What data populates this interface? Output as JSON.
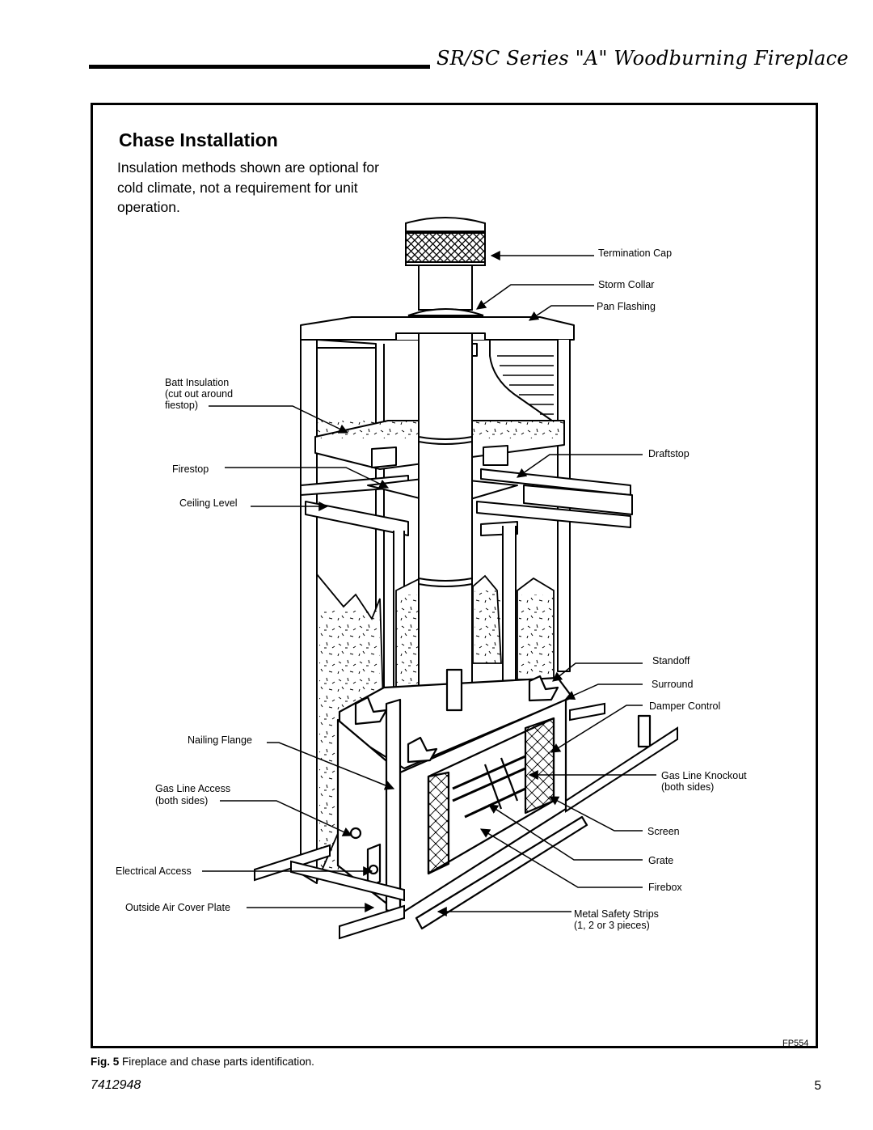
{
  "header": {
    "title": "SR/SC Series \"A\" Woodburning Fireplace"
  },
  "section": {
    "title": "Chase Installation",
    "intro": "Insulation methods shown are optional for cold climate, not a requirement for unit operation."
  },
  "diagram": {
    "labels": {
      "termination_cap": "Termination Cap",
      "storm_collar": "Storm Collar",
      "pan_flashing": "Pan Flashing",
      "batt_insulation_1": "Batt Insulation",
      "batt_insulation_2": "(cut out around",
      "batt_insulation_3": "fiestop)",
      "draftstop": "Draftstop",
      "firestop": "Firestop",
      "ceiling_level": "Ceiling Level",
      "standoff": "Standoff",
      "surround": "Surround",
      "damper_control": "Damper Control",
      "nailing_flange": "Nailing Flange",
      "gas_line_knockout_1": "Gas Line Knockout",
      "gas_line_knockout_2": "(both sides)",
      "gas_line_access_1": "Gas Line Access",
      "gas_line_access_2": "(both sides)",
      "screen": "Screen",
      "grate": "Grate",
      "electrical_access": "Electrical Access",
      "firebox": "Firebox",
      "outside_air_cover_plate": "Outside Air Cover Plate",
      "metal_safety_strips_1": "Metal Safety Strips",
      "metal_safety_strips_2": "(1, 2 or 3 pieces)"
    },
    "figure_code": "FP554"
  },
  "caption": {
    "number": "Fig. 5",
    "text": "Fireplace and chase parts identification."
  },
  "footer": {
    "doc_number": "7412948",
    "page": "5"
  }
}
